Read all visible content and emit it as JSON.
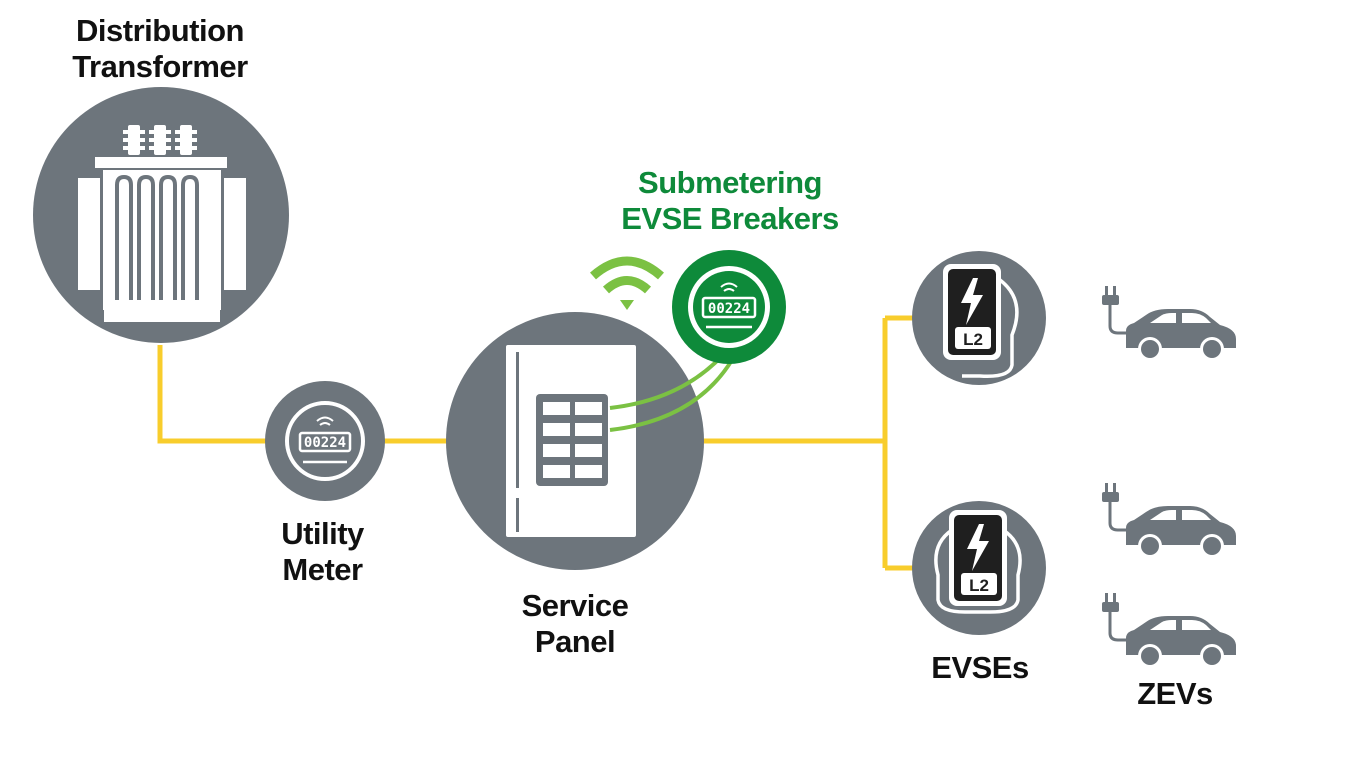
{
  "colors": {
    "node": "#6d757c",
    "wire": "#f8cd2c",
    "accent": "#0e8a3a",
    "wifi": "#7bc143",
    "text": "#111111",
    "white": "#ffffff"
  },
  "labels": {
    "transformer": [
      "Distribution",
      "Transformer"
    ],
    "utility_meter": [
      "Utility",
      "Meter"
    ],
    "service_panel": [
      "Service",
      "Panel"
    ],
    "submetering": [
      "Submetering",
      "EVSE Breakers"
    ],
    "evses": "EVSEs",
    "zevs": "ZEVs"
  },
  "meters": {
    "utility_reading": "00224",
    "submeter_reading": "00224"
  },
  "evse_badge": "L2",
  "icons": [
    "transformer-icon",
    "utility-meter-icon",
    "service-panel-icon",
    "wifi-icon",
    "submeter-icon",
    "evse-charger-icon",
    "electric-car-icon"
  ]
}
